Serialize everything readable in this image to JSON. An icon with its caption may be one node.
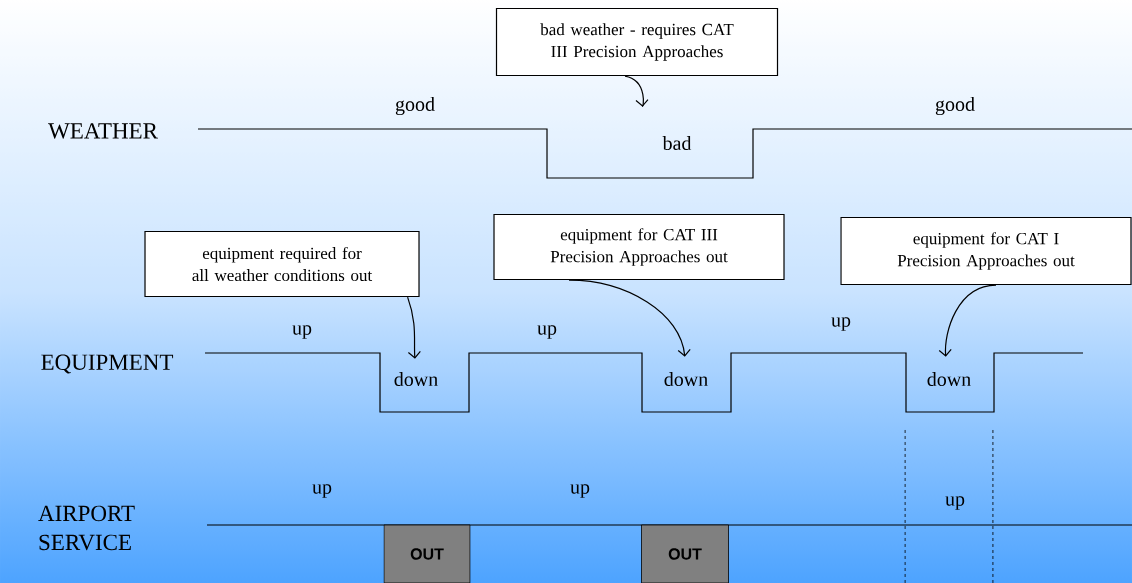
{
  "diagram": {
    "nodes": [
      {
        "text": [
          "bad weather - requires CAT III Precision Approaches"
        ]
      },
      {
        "text": [
          "bad"
        ]
      },
      {
        "text": [
          "equipment required for all weather conditions out"
        ]
      },
      {
        "text": [
          "equipment for CAT III Precision Approaches out"
        ]
      },
      {
        "text": [
          "equipment for CAT I Precision Approaches out"
        ]
      },
      {
        "text": [
          "down"
        ]
      },
      {
        "text": [
          "down"
        ]
      },
      {
        "text": [
          "down"
        ]
      },
      {
        "text": [
          "OUT"
        ]
      },
      {
        "text": [
          "OUT"
        ]
      }
    ],
    "edges": [
      {
        "from": 0,
        "to": 1,
        "arrow": "to"
      },
      {
        "from": 2,
        "to": 5,
        "arrow": "to"
      },
      {
        "from": 3,
        "to": 6,
        "arrow": "to"
      },
      {
        "from": 4,
        "to": 7,
        "arrow": "to"
      }
    ],
    "labels": [
      "WEATHER",
      "good",
      "good",
      "EQUIPMENT",
      "up",
      "up",
      "up",
      "AIRPORT SERVICE",
      "up",
      "up",
      "up"
    ]
  }
}
